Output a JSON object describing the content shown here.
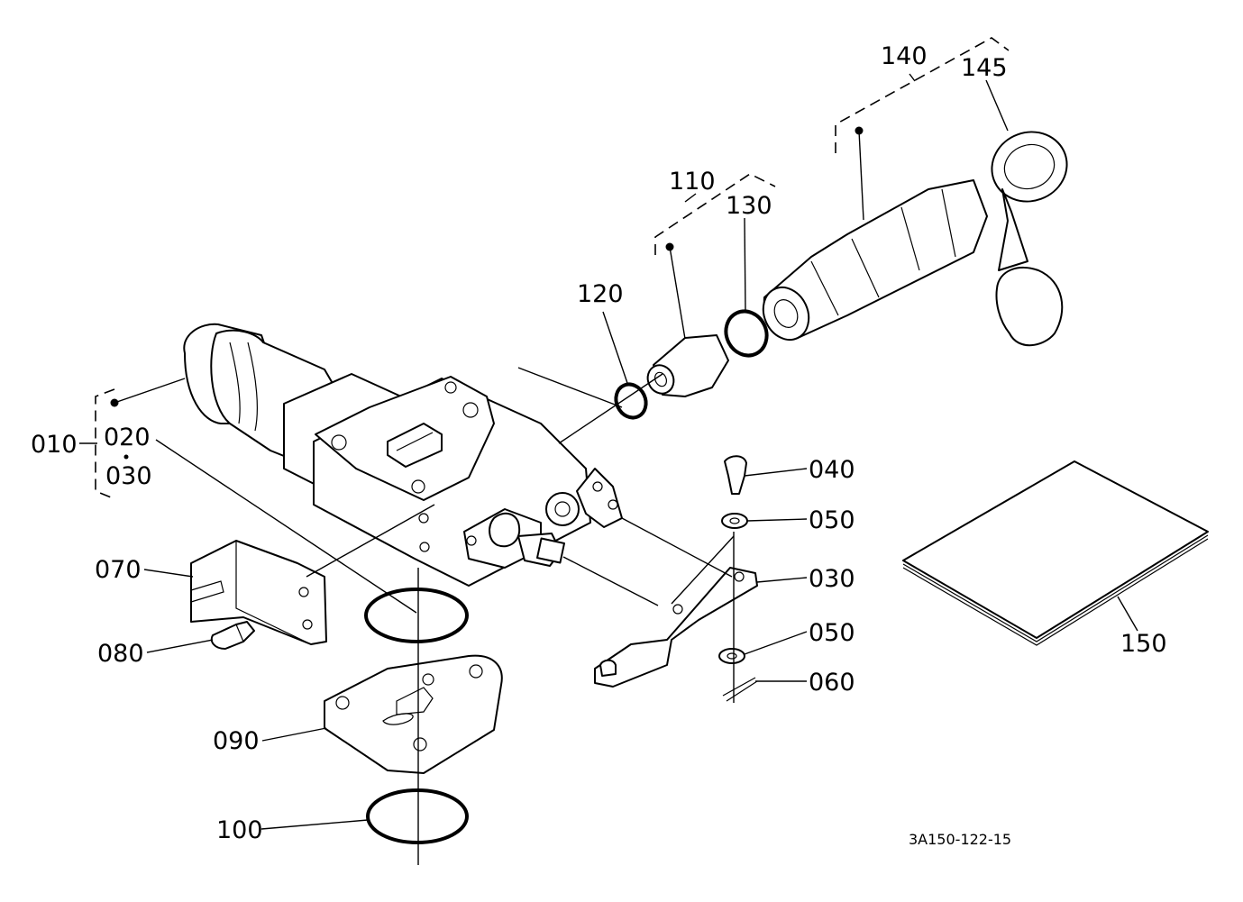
{
  "diagram": {
    "labels": {
      "p010": "010",
      "p020": "020",
      "p030a": "030",
      "p030b": "030",
      "p040": "040",
      "p050a": "050",
      "p050b": "050",
      "p060": "060",
      "p070": "070",
      "p080": "080",
      "p090": "090",
      "p100": "100",
      "p110": "110",
      "p120": "120",
      "p130": "130",
      "p140": "140",
      "p145": "145",
      "p150": "150"
    },
    "drawing_code": "3A150-122-15"
  }
}
